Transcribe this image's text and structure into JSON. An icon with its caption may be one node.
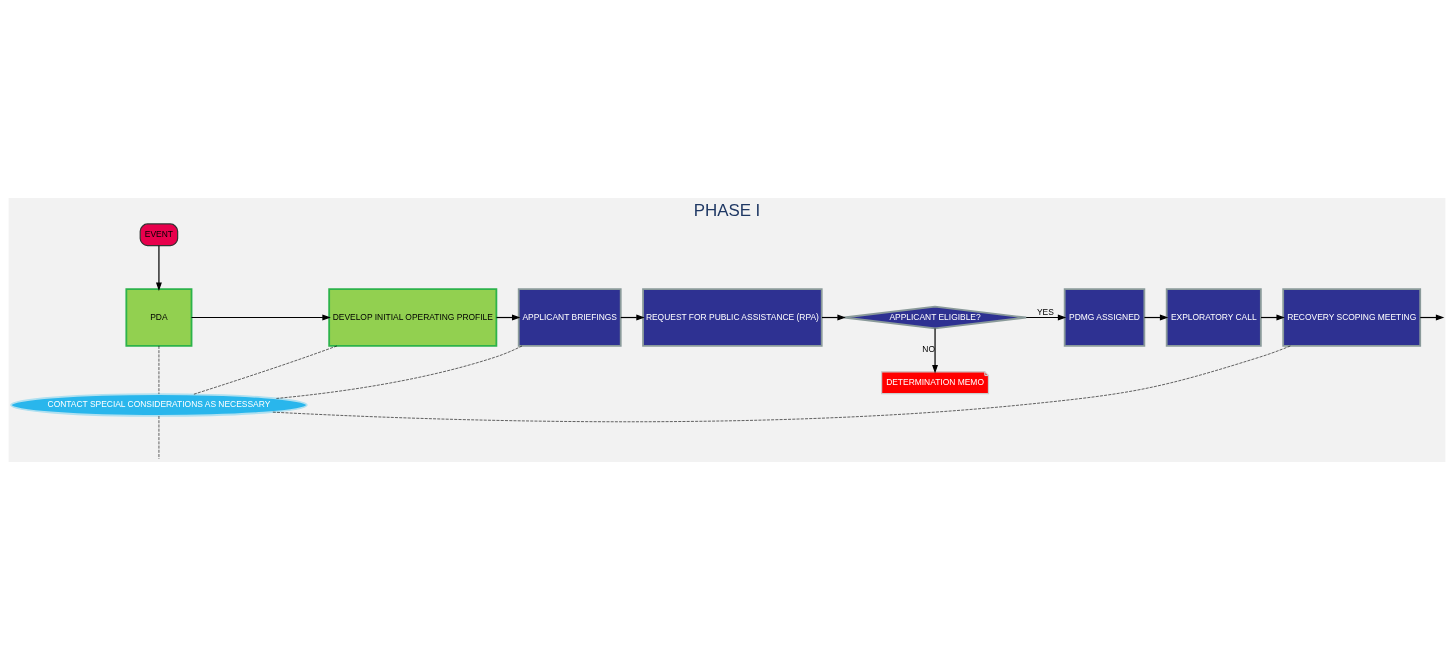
{
  "diagram": {
    "title": "PHASE I",
    "nodes": [
      {
        "text": [
          "EVENT"
        ]
      },
      {
        "text": [
          "PDA"
        ]
      },
      {
        "text": [
          "DEVELOP INITIAL OPERATING PROFILE"
        ]
      },
      {
        "text": [
          "APPLICANT BRIEFINGS"
        ]
      },
      {
        "text": [
          "REQUEST FOR PUBLIC ASSISTANCE (RPA)"
        ]
      },
      {
        "text": [
          "APPLICANT ELIGIBLE?"
        ]
      },
      {
        "text": [
          "DETERMINATION MEMO"
        ]
      },
      {
        "text": [
          "PDMG ASSIGNED"
        ]
      },
      {
        "text": [
          "EXPLORATORY CALL"
        ]
      },
      {
        "text": [
          "RECOVERY SCOPING MEETING"
        ]
      },
      {
        "text": [
          "CONTACT SPECIAL CONSIDERATIONS AS NECESSARY"
        ]
      }
    ],
    "edges": [
      {
        "from": 0,
        "to": 1,
        "arrow": "to"
      },
      {
        "from": 1,
        "to": 2,
        "arrow": "to"
      },
      {
        "from": 2,
        "to": 3,
        "arrow": "to"
      },
      {
        "from": 3,
        "to": 4,
        "arrow": "to"
      },
      {
        "from": 4,
        "to": 5,
        "arrow": "to"
      },
      {
        "from": 5,
        "to": 6,
        "arrow": "to",
        "label": "NO"
      },
      {
        "from": 5,
        "to": 7,
        "arrow": "to",
        "label": "YES"
      },
      {
        "from": 7,
        "to": 8,
        "arrow": "to"
      },
      {
        "from": 8,
        "to": 9,
        "arrow": "to"
      },
      {
        "from": 9,
        "to": null,
        "arrow": "to"
      },
      {
        "from": 1,
        "to": 10,
        "arrow": "none",
        "style": "dashed"
      },
      {
        "from": 2,
        "to": 10,
        "arrow": "none",
        "style": "dashed"
      },
      {
        "from": 3,
        "to": 10,
        "arrow": "none",
        "style": "dashed"
      },
      {
        "from": 9,
        "to": 10,
        "arrow": "none",
        "style": "dashed"
      },
      {
        "from": 10,
        "to": null,
        "arrow": "none",
        "style": "dashed"
      }
    ]
  }
}
